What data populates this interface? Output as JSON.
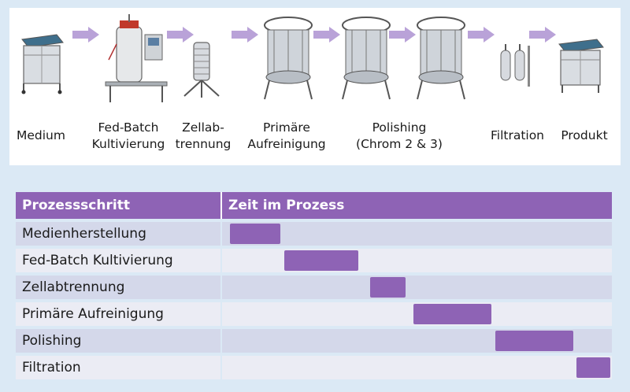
{
  "flow": {
    "steps": [
      {
        "label_line1": "Medium",
        "label_line2": ""
      },
      {
        "label_line1": "Fed-Batch",
        "label_line2": "Kultivierung"
      },
      {
        "label_line1": "Zellab-",
        "label_line2": "trennung"
      },
      {
        "label_line1": "Primäre",
        "label_line2": "Aufreinigung"
      },
      {
        "label_line1": "Polishing",
        "label_line2": "(Chrom 2 & 3)"
      },
      {
        "label_line1": "Filtration",
        "label_line2": ""
      },
      {
        "label_line1": "Produkt",
        "label_line2": ""
      }
    ],
    "colors": {
      "arrow": "#b9a2d8",
      "equipment": "#7d8590",
      "liquid": "#3f6f8c"
    }
  },
  "schedule": {
    "header": {
      "col1": "Prozessschritt",
      "col2": "Zeit im Prozess"
    },
    "colors": {
      "header": "#8e63b5",
      "bar": "#8e63b5",
      "row_odd": "#d4d8ea",
      "row_even": "#ebecf4"
    },
    "rows": [
      {
        "name": "Medienherstellung",
        "start": 0.02,
        "end": 0.15
      },
      {
        "name": "Fed-Batch Kultivierung",
        "start": 0.16,
        "end": 0.35
      },
      {
        "name": "Zellabtrennung",
        "start": 0.38,
        "end": 0.47
      },
      {
        "name": "Primäre Aufreinigung",
        "start": 0.49,
        "end": 0.69
      },
      {
        "name": "Polishing",
        "start": 0.7,
        "end": 0.9
      },
      {
        "name": "Filtration",
        "start": 0.91,
        "end": 0.995
      }
    ]
  }
}
